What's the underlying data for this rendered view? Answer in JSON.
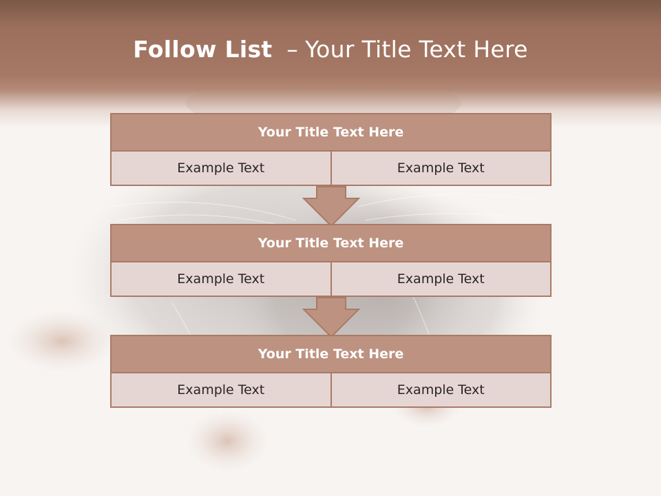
{
  "slide": {
    "title_bold": "Follow List",
    "title_dash": "–",
    "title_rest": "Your Title Text Here"
  },
  "blocks": [
    {
      "title": "Your Title Text Here",
      "cells": [
        "Example Text",
        "Example Text"
      ]
    },
    {
      "title": "Your Title Text Here",
      "cells": [
        "Example Text",
        "Example Text"
      ]
    },
    {
      "title": "Your Title Text Here",
      "cells": [
        "Example Text",
        "Example Text"
      ]
    }
  ],
  "colors": {
    "header": "#a67966",
    "block_title_fill": "#bd9280",
    "block_cell_fill": "#e5d6d4",
    "border": "#a97a66",
    "arrow_fill": "#bd9280"
  },
  "decor": {
    "background": "mouse-photo"
  }
}
